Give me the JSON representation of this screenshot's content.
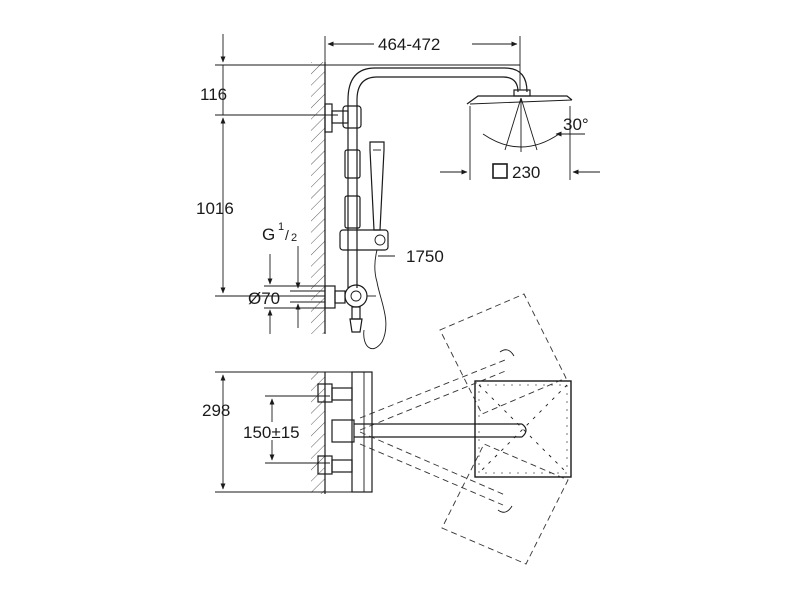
{
  "dimensions": {
    "arm_reach": "464-472",
    "top_offset": "116",
    "height_outlet": "1016",
    "thread": "G",
    "thread_num": "1",
    "thread_den": "2",
    "diameter": "Ø70",
    "head_size": "230",
    "tilt_angle": "30°",
    "hose_length": "1750",
    "depth": "298",
    "centres": "150±15"
  },
  "colors": {
    "line": "#1a1a1a",
    "background": "#ffffff"
  }
}
